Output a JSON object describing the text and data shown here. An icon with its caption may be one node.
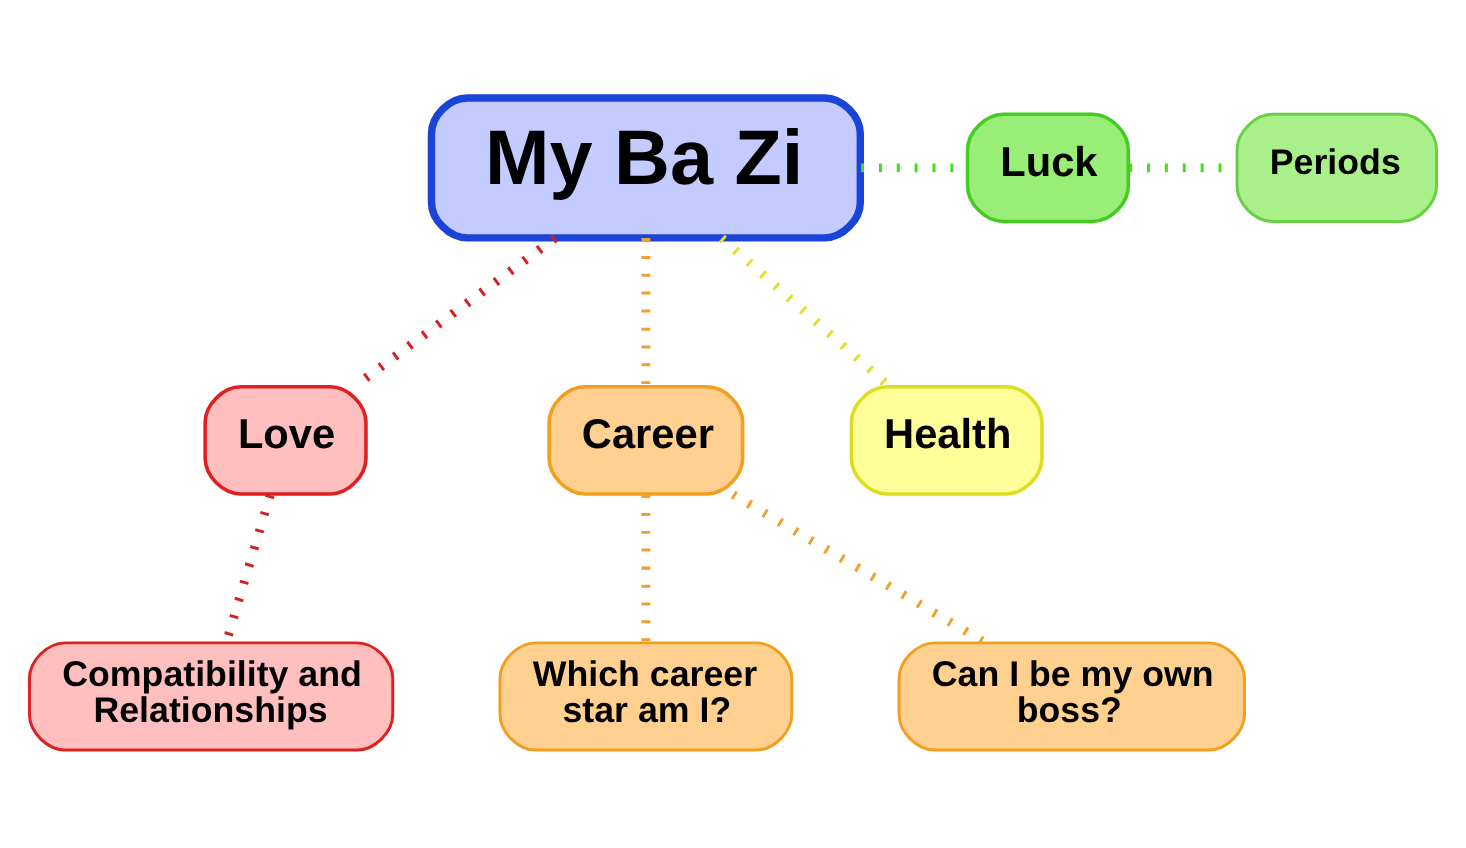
{
  "diagram": {
    "nodes": [
      {
        "text": [
          "My Ba Zi"
        ]
      },
      {
        "text": [
          "Love"
        ]
      },
      {
        "text": [
          "Luck"
        ]
      },
      {
        "text": [
          "Periods"
        ]
      },
      {
        "text": [
          "Compatibility and Relationships"
        ]
      },
      {
        "text": [
          "Health"
        ]
      },
      {
        "text": [
          "Career"
        ]
      },
      {
        "text": [
          "Which career star am I?"
        ]
      },
      {
        "text": [
          "Can I be my own boss?"
        ]
      }
    ],
    "edges": [
      {
        "from": 0,
        "to": 1,
        "arrow": "none",
        "color": "#d42020"
      },
      {
        "from": 1,
        "to": 4,
        "arrow": "none",
        "color": "#d42020"
      },
      {
        "from": 0,
        "to": 6,
        "arrow": "none",
        "color": "#f0a030"
      },
      {
        "from": 6,
        "to": 7,
        "arrow": "none",
        "color": "#f0a030"
      },
      {
        "from": 6,
        "to": 8,
        "arrow": "none",
        "color": "#f0a030"
      },
      {
        "from": 0,
        "to": 5,
        "arrow": "none",
        "color": "#e0e030"
      },
      {
        "from": 0,
        "to": 2,
        "arrow": "none",
        "color": "#44dd22"
      },
      {
        "from": 2,
        "to": 3,
        "arrow": "none",
        "color": "#44dd22"
      }
    ]
  }
}
